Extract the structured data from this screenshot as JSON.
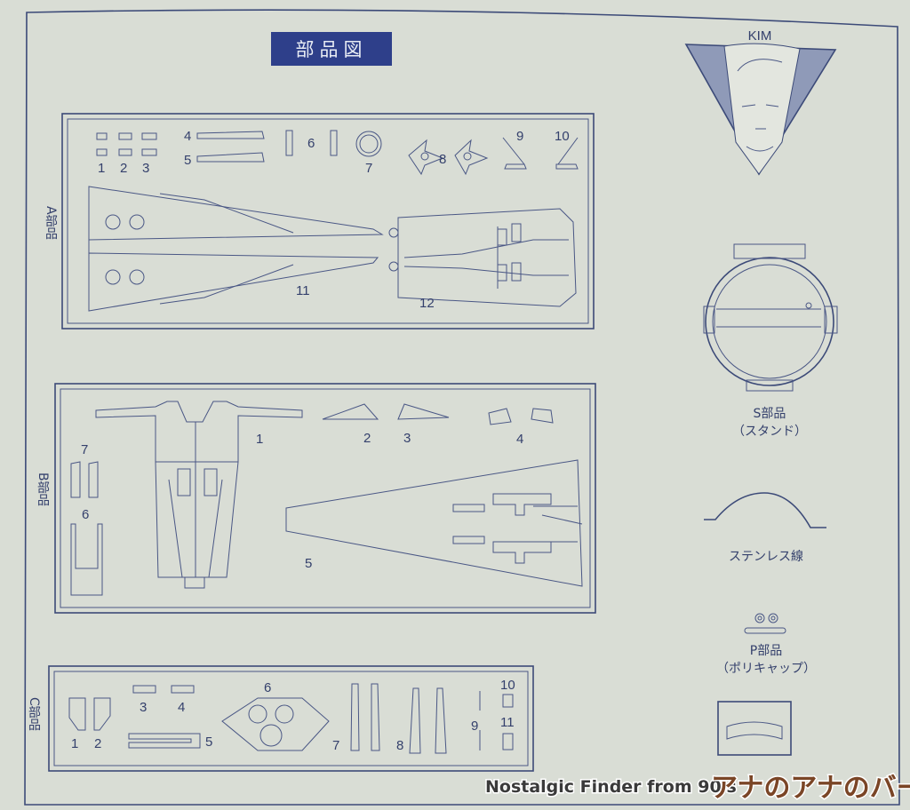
{
  "title": "部品図",
  "character": {
    "name": "KIM"
  },
  "panels": {
    "a": {
      "label": "A部品",
      "parts": [
        "1",
        "2",
        "3",
        "4",
        "5",
        "6",
        "7",
        "8",
        "9",
        "10",
        "11",
        "12"
      ]
    },
    "b": {
      "label": "B部品",
      "parts": [
        "1",
        "2",
        "3",
        "4",
        "5",
        "6",
        "7"
      ]
    },
    "c": {
      "label": "C部品",
      "parts": [
        "1",
        "2",
        "3",
        "4",
        "5",
        "6",
        "7",
        "8",
        "9",
        "10",
        "11"
      ]
    }
  },
  "extras": {
    "stand": {
      "label": "S部品",
      "sub": "（スタンド）"
    },
    "wire": {
      "label": "ステンレス線"
    },
    "polycap": {
      "label": "P部品",
      "sub": "（ポリキャップ）"
    }
  },
  "watermark": {
    "text": "Nostalgic Finder from 90's",
    "logo": "アナのアナのバー"
  },
  "colors": {
    "paper": "#d9ddd5",
    "ink": "#3c4a78",
    "title_bg": "#2e3f8a"
  }
}
